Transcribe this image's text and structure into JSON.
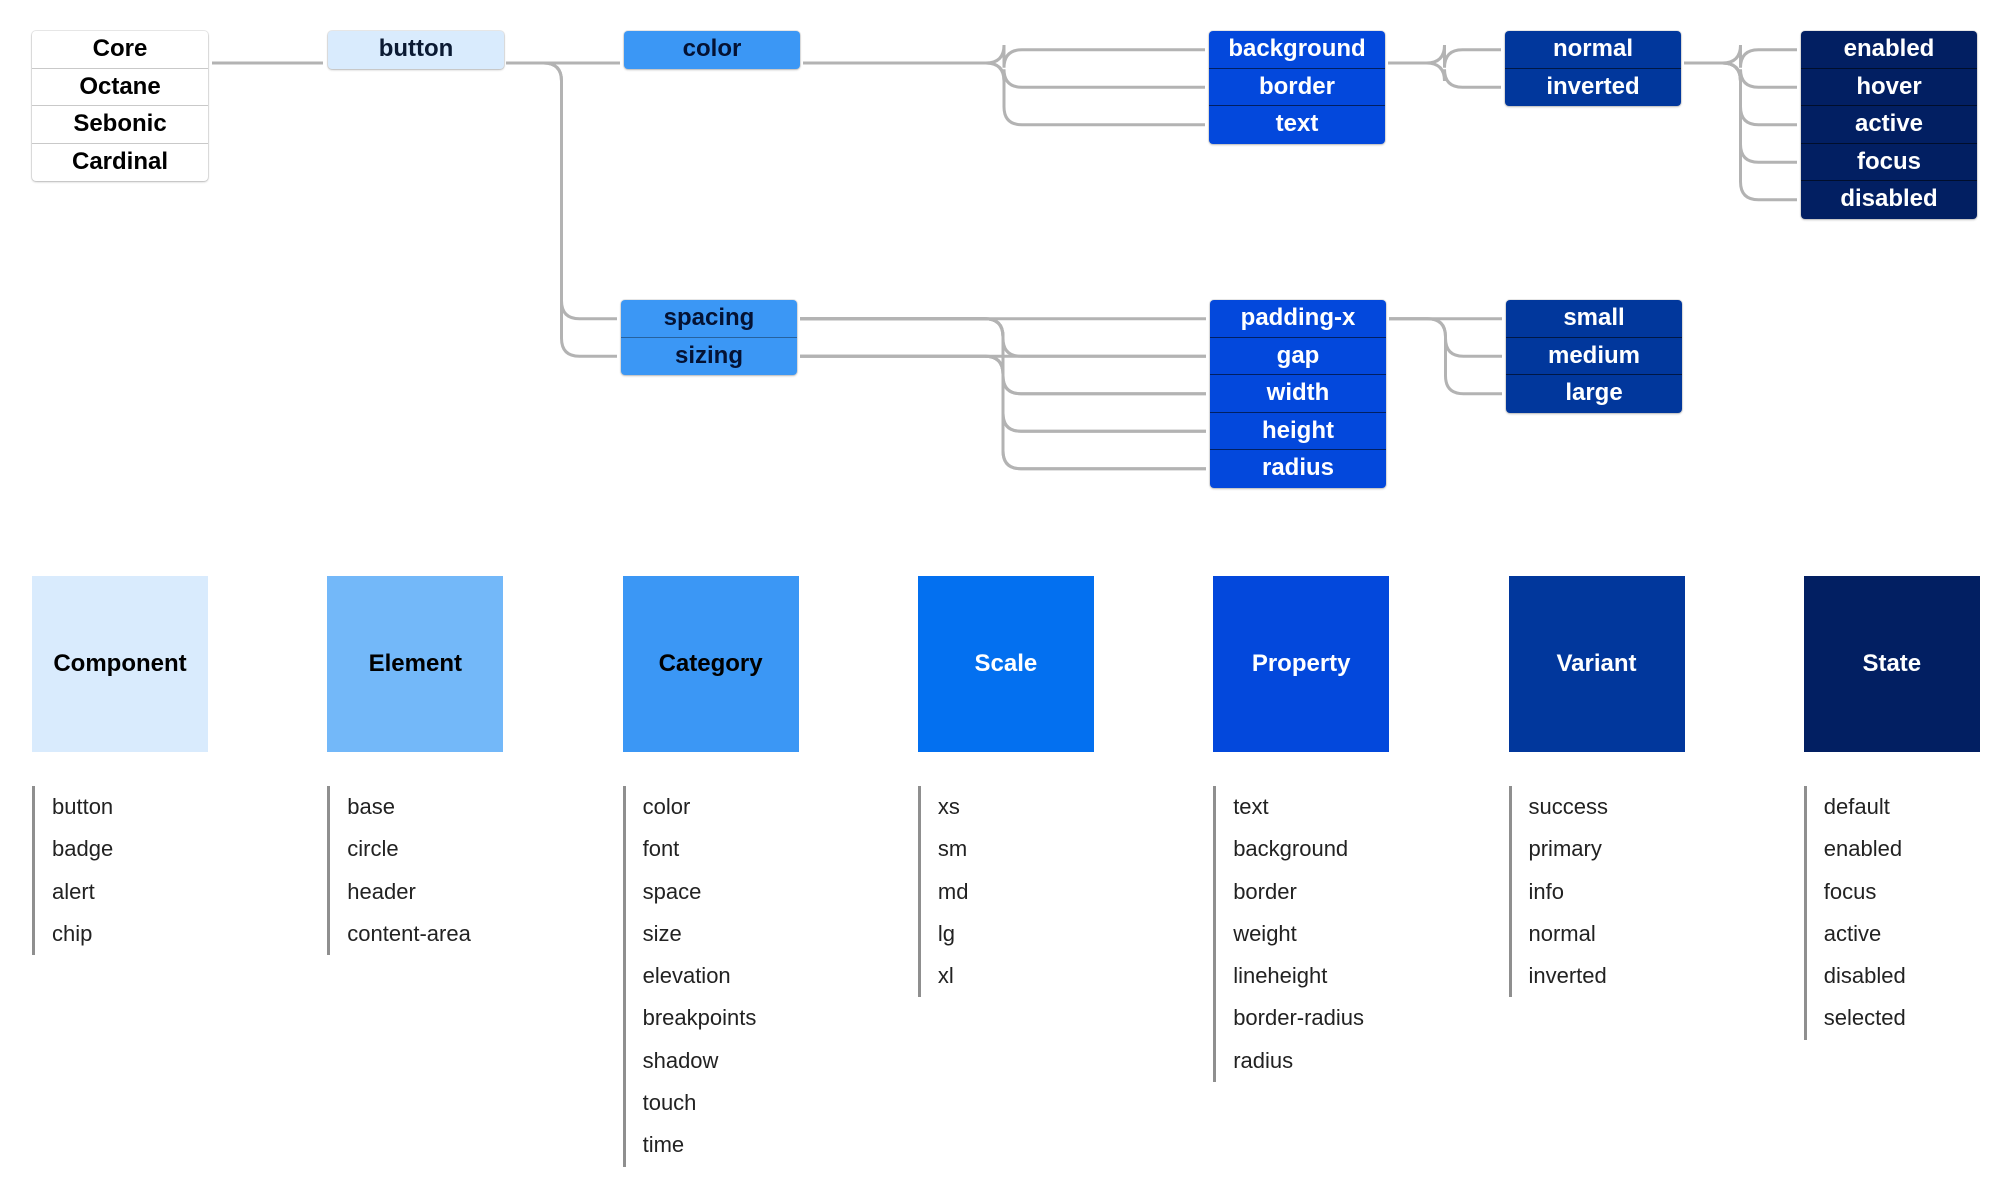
{
  "colors": {
    "component": "#d9ebfd",
    "element": "#73b8f9",
    "category": "#3b97f5",
    "scale": "#0370f0",
    "property": "#0348dc",
    "variant": "#01379c",
    "state": "#021f62",
    "connector": "#b3b3b3",
    "list_rule": "#8f8f8f"
  },
  "tree": {
    "themes": [
      "Core",
      "Octane",
      "Sebonic",
      "Cardinal"
    ],
    "component": [
      "button"
    ],
    "color_category": [
      "color"
    ],
    "color_properties": [
      "background",
      "border",
      "text"
    ],
    "color_variants": [
      "normal",
      "inverted"
    ],
    "states": [
      "enabled",
      "hover",
      "active",
      "focus",
      "disabled"
    ],
    "size_categories": [
      "spacing",
      "sizing"
    ],
    "size_properties": [
      "padding-x",
      "gap",
      "width",
      "height",
      "radius"
    ],
    "size_variants": [
      "small",
      "medium",
      "large"
    ]
  },
  "legend": [
    {
      "title": "Component",
      "color_key": "component",
      "text_color": "#000000",
      "items": [
        "button",
        "badge",
        "alert",
        "chip"
      ]
    },
    {
      "title": "Element",
      "color_key": "element",
      "text_color": "#000000",
      "items": [
        "base",
        "circle",
        "header",
        "content-area"
      ]
    },
    {
      "title": "Category",
      "color_key": "category",
      "text_color": "#000000",
      "items": [
        "color",
        "font",
        "space",
        "size",
        "elevation",
        "breakpoints",
        "shadow",
        "touch",
        "time"
      ]
    },
    {
      "title": "Scale",
      "color_key": "scale",
      "text_color": "#ffffff",
      "items": [
        "xs",
        "sm",
        "md",
        "lg",
        "xl"
      ]
    },
    {
      "title": "Property",
      "color_key": "property",
      "text_color": "#ffffff",
      "items": [
        "text",
        "background",
        "border",
        "weight",
        "lineheight",
        "border-radius",
        "radius"
      ]
    },
    {
      "title": "Variant",
      "color_key": "variant",
      "text_color": "#ffffff",
      "items": [
        "success",
        "primary",
        "info",
        "normal",
        "inverted"
      ]
    },
    {
      "title": "State",
      "color_key": "state",
      "text_color": "#ffffff",
      "items": [
        "default",
        "enabled",
        "focus",
        "active",
        "disabled",
        "selected"
      ]
    }
  ]
}
